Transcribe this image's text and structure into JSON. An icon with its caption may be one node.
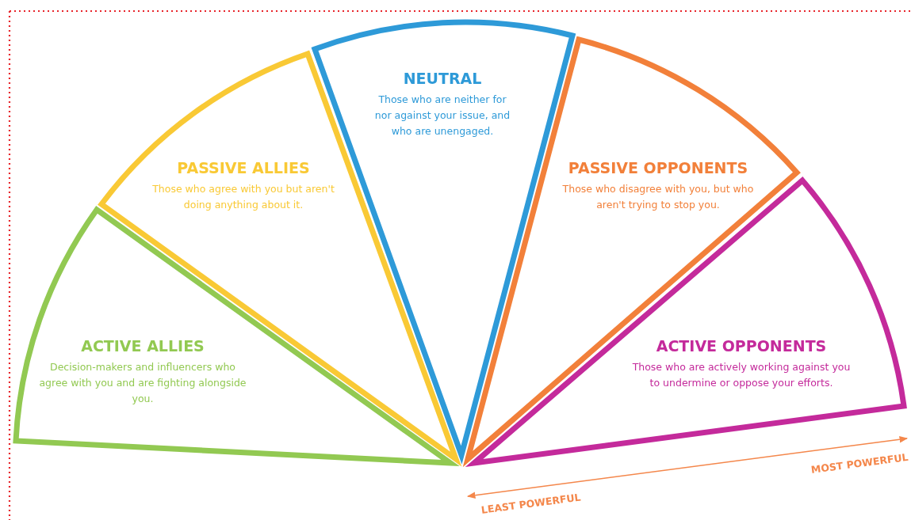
{
  "diagram": {
    "nodes": [
      {
        "text": [
          "ACTIVE ALLIES",
          "Decision-makers and influencers who agree with you and are fighting alongside you."
        ]
      },
      {
        "text": [
          "PASSIVE ALLIES",
          "Those who agree with you but aren't doing anything about it."
        ]
      },
      {
        "text": [
          "NEUTRAL",
          "Those who are neither for nor against your issue, and who are unengaged."
        ]
      },
      {
        "text": [
          "PASSIVE OPPONENTS",
          "Those who disagree with you, but who aren't trying to stop you."
        ]
      },
      {
        "text": [
          "ACTIVE OPPONENTS",
          "Those who are actively working against you to undermine or oppose your efforts."
        ]
      }
    ],
    "labels": [
      "MOST POWERFUL",
      "LEAST POWERFUL"
    ]
  }
}
